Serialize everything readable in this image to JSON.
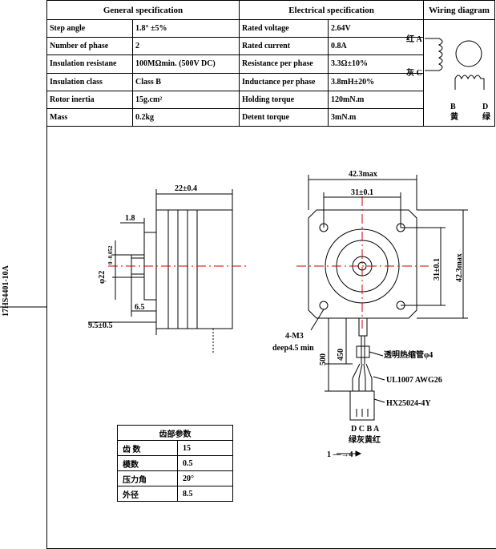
{
  "table": {
    "headers": {
      "general": "General  specification",
      "electrical": "Electrical  specification",
      "wiring": "Wiring diagram"
    },
    "rows": [
      {
        "g_label": "Step angle",
        "g_value": "1.8°  ±5%",
        "e_label": "Rated voltage",
        "e_value": "2.64V"
      },
      {
        "g_label": "Number of phase",
        "g_value": "2",
        "e_label": "Rated current",
        "e_value": "0.8A"
      },
      {
        "g_label": "Insulation resistane",
        "g_value": "100MΩmin. (500V DC)",
        "e_label": "Resistance per phase",
        "e_value": "3.3Ω±10%"
      },
      {
        "g_label": "Insulation class",
        "g_value": "Class B",
        "e_label": "Inductance per phase",
        "e_value": "3.8mH±20%"
      },
      {
        "g_label": "Rotor inertia",
        "g_value": "15g.cm²",
        "e_label": "Holding torque",
        "e_value": "120mN.m"
      },
      {
        "g_label": "Mass",
        "g_value": "0.2kg",
        "e_label": "Detent torque",
        "e_value": "3mN.m"
      }
    ]
  },
  "wiring": {
    "a": "红 A",
    "c": "灰 C",
    "b": "B",
    "b_color": "黄",
    "d": "D",
    "d_color": "绿"
  },
  "model": "17HS4401-10A",
  "side_view": {
    "width": "22±0.4",
    "flange": "1.8",
    "shaft_dia": "φ22",
    "shaft_tol": "0 -0.052",
    "hub": "6.5",
    "shaft_len": "9.5±0.5"
  },
  "front_view": {
    "overall_w": "42.3max",
    "hole_w": "31±0.1",
    "hole_h": "31±0.1",
    "overall_h": "42.3max",
    "holes": "4-M3",
    "holes_depth": "deep4.5 min"
  },
  "cable": {
    "len_a": "450",
    "len_b": "500",
    "sleeve": "透明热缩管φ4",
    "wire": "UL1007  AWG26",
    "connector": "HX25024-4Y",
    "pins": "D C B A",
    "pin_colors": "绿灰黄红",
    "pin_range": "1 —→4"
  },
  "gear": {
    "title": "齿部参数",
    "rows": [
      {
        "label": "齿  数",
        "value": "15"
      },
      {
        "label": "模数",
        "value": "0.5"
      },
      {
        "label": "压力角",
        "value": "20°"
      },
      {
        "label": "外径",
        "value": "8.5"
      }
    ]
  }
}
